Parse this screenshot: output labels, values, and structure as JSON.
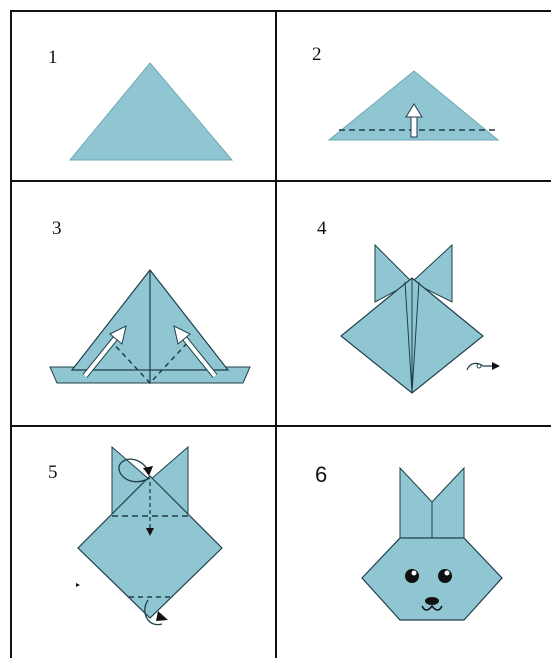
{
  "colors": {
    "paper": "#8fc6d2",
    "paper_dark": "#6fa9b6",
    "stroke": "#1f3f4a",
    "arrow": "#ffffff",
    "border": "#111111"
  },
  "steps": [
    {
      "number": "1"
    },
    {
      "number": "2"
    },
    {
      "number": "3"
    },
    {
      "number": "4"
    },
    {
      "number": "5"
    },
    {
      "number": "6"
    }
  ]
}
